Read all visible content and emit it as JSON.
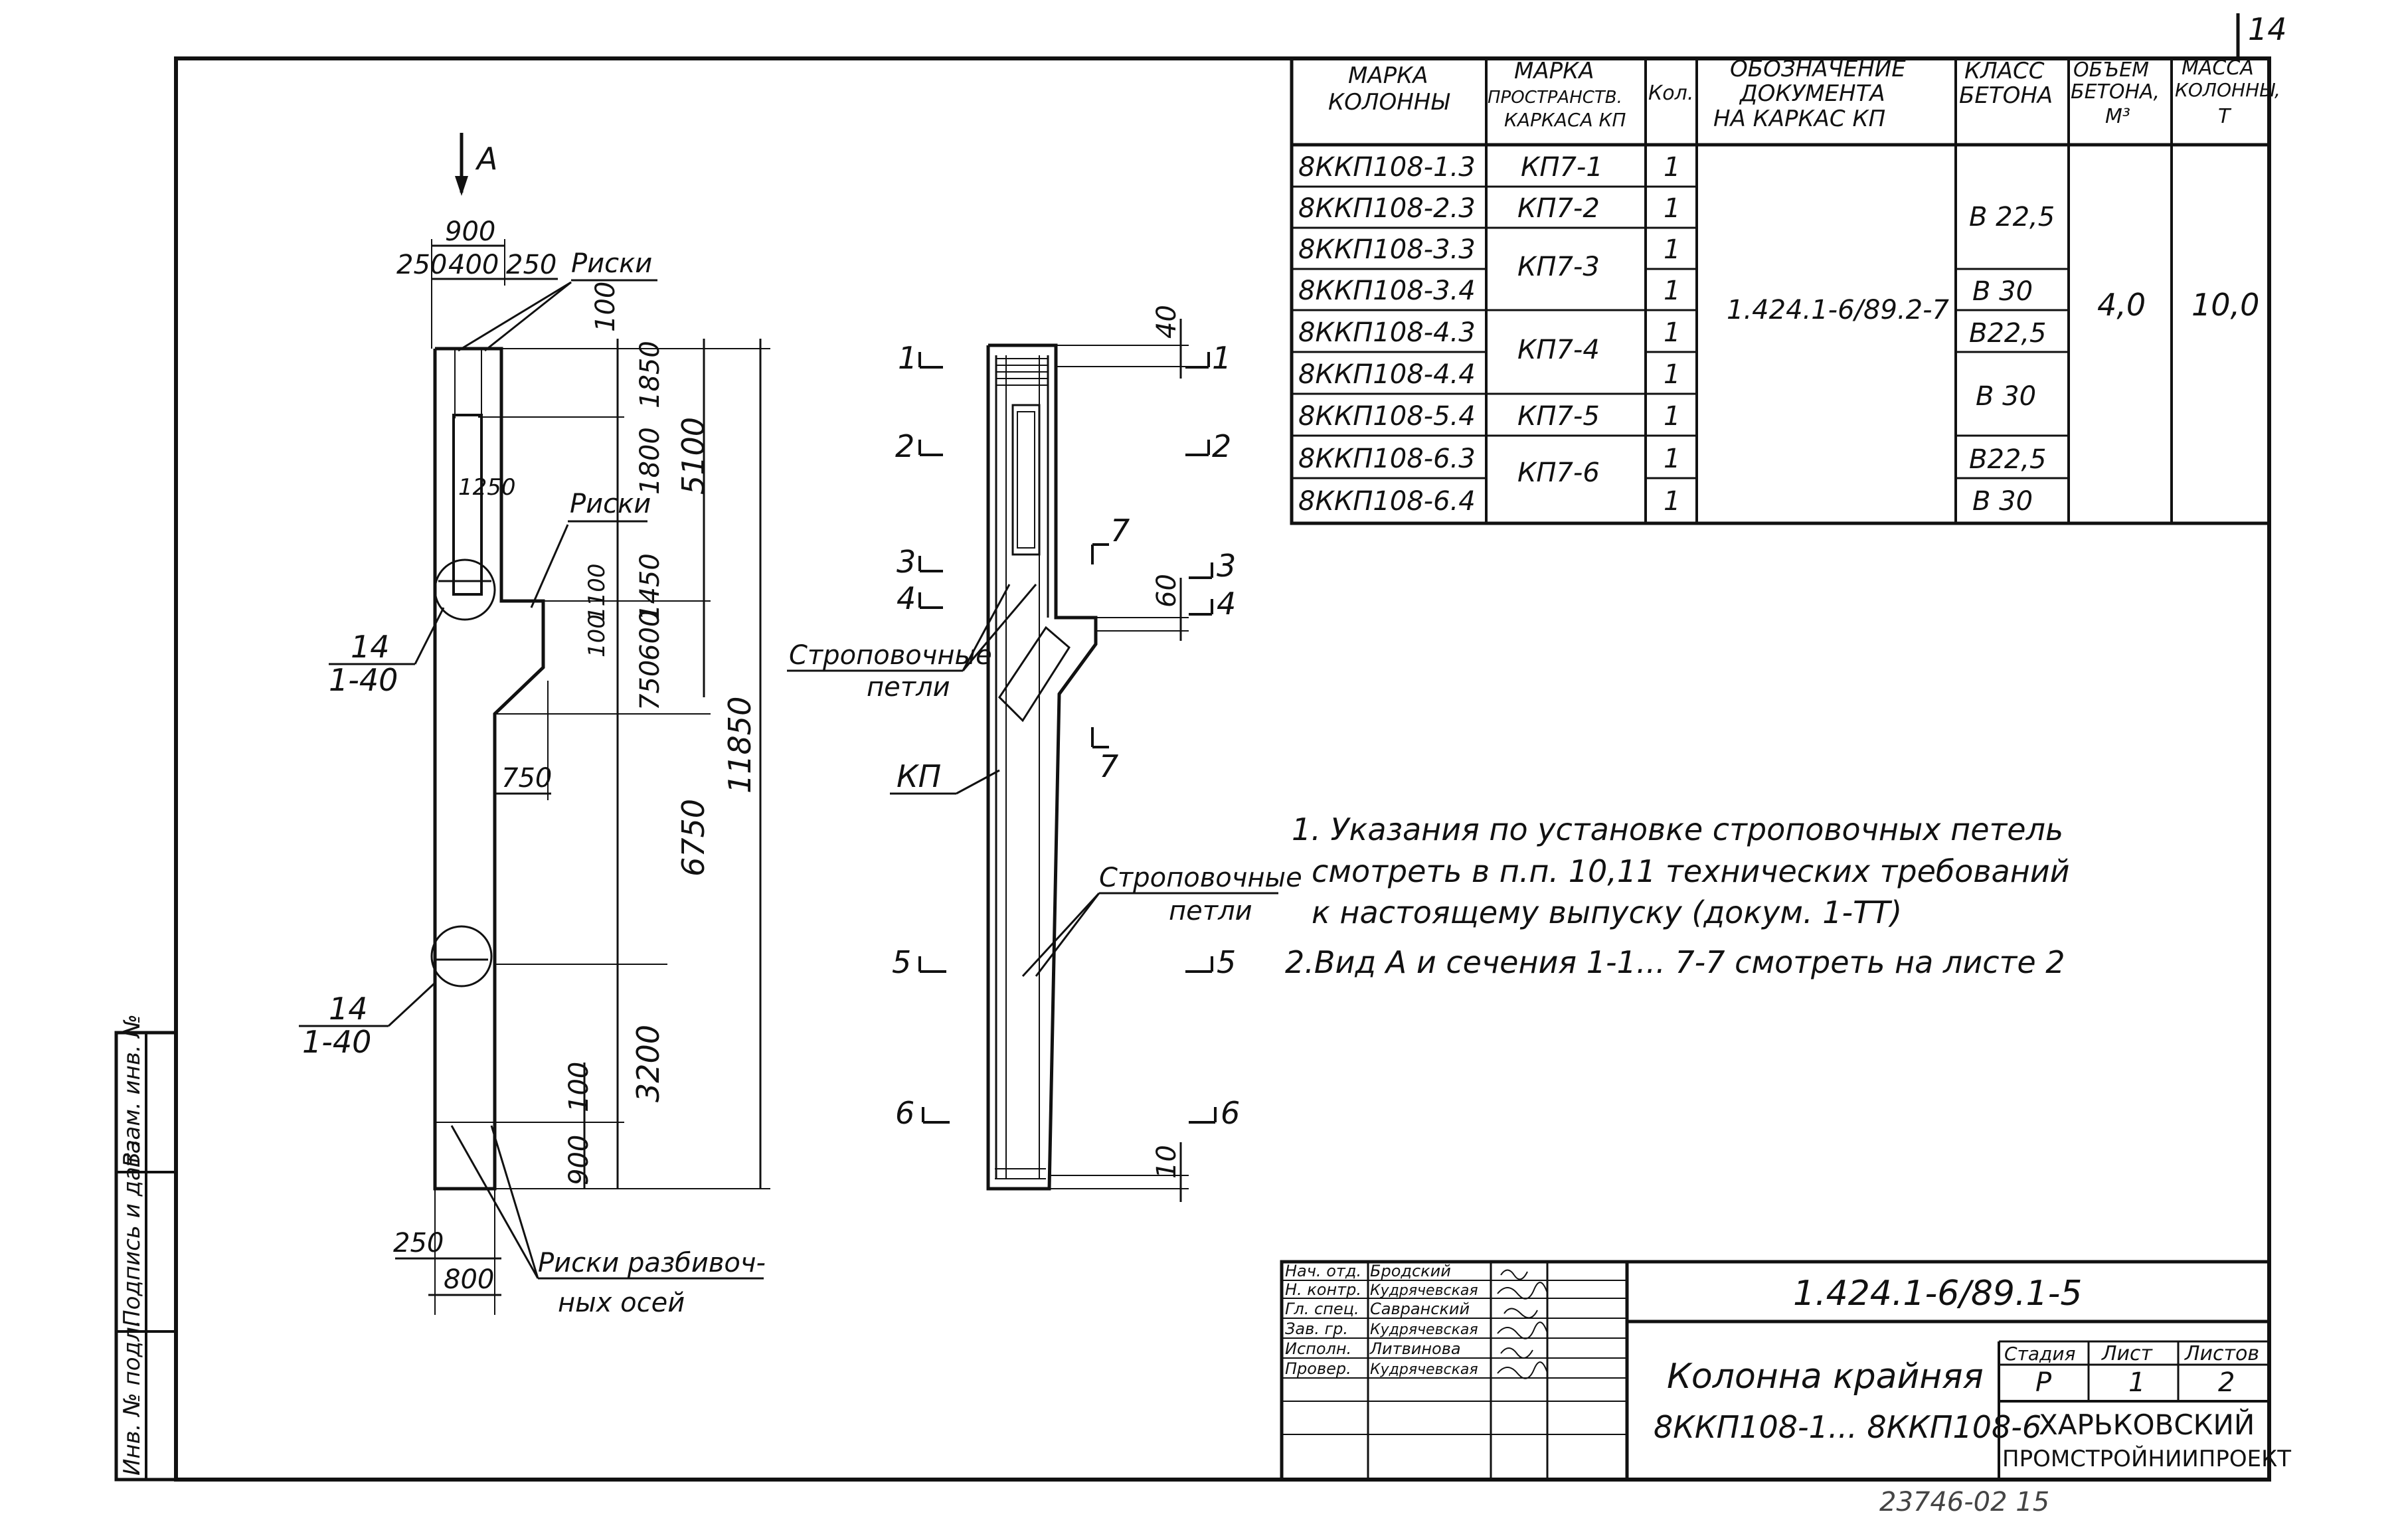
{
  "sheet": {
    "page_number": "14",
    "bottom_archive": "23746-02   15"
  },
  "spec_table": {
    "headers": {
      "mark_col": "МАРКА КОЛОННЫ",
      "mark_cage": "МАРКА ПРОСТРАНСТВ. КАРКАСА КП",
      "qty": "Кол.",
      "doc": "ОБОЗНАЧЕНИЕ ДОКУМЕНТА НА КАРКАС КП",
      "concrete": "КЛАСС БЕТОНА",
      "volume": "ОБЪЕМ БЕТОНА, М³",
      "mass": "МАССА КОЛОННЫ, Т"
    },
    "rows": [
      {
        "mark": "8ККП108-1.3",
        "qty": "1"
      },
      {
        "mark": "8ККП108-2.3",
        "qty": "1"
      },
      {
        "mark": "8ККП108-3.3",
        "qty": "1"
      },
      {
        "mark": "8ККП108-3.4",
        "qty": "1"
      },
      {
        "mark": "8ККП108-4.3",
        "qty": "1"
      },
      {
        "mark": "8ККП108-4.4",
        "qty": "1"
      },
      {
        "mark": "8ККП108-5.4",
        "qty": "1"
      },
      {
        "mark": "8ККП108-6.3",
        "qty": "1"
      },
      {
        "mark": "8ККП108-6.4",
        "qty": "1"
      }
    ],
    "cages": [
      "КП7-1",
      "КП7-2",
      "КП7-3",
      "КП7-4",
      "КП7-5",
      "КП7-6"
    ],
    "doc_value": "1.424.1-6/89.2-7",
    "concrete": [
      "В 22,5",
      "В 30",
      "В22,5",
      "В 30",
      "В22,5",
      "В 30"
    ],
    "volume": "4,0",
    "mass": "10,0"
  },
  "drawing": {
    "view_a": "А",
    "dims": {
      "d900_top": "900",
      "d250a": "250",
      "d400": "400",
      "d250b": "250",
      "d100a": "100",
      "d1850": "1850",
      "d5100": "5100",
      "d1800": "1800",
      "d1250": "1250",
      "d1450": "1450",
      "d1100": "1100",
      "d100b": "100",
      "d600": "600",
      "d750v": "750",
      "d750h": "750",
      "d11850": "11850",
      "d6750": "6750",
      "d3200": "3200",
      "d100c": "100",
      "d900v": "900",
      "d250c": "250",
      "d800": "800",
      "d40": "40",
      "d60": "60",
      "d10": "10"
    },
    "labels": {
      "riski1": "Риски",
      "riski2": "Риски",
      "riski_axes_1": "Риски разбивоч-",
      "riski_axes_2": "ных осей",
      "node1_top": "14",
      "node1_bot": "1-40",
      "node2_top": "14",
      "node2_bot": "1-40",
      "sling_1a": "Строповочные",
      "sling_1b": "петли",
      "sling_2a": "Строповочные",
      "sling_2b": "петли",
      "kp": "КП",
      "sec": [
        "1",
        "2",
        "3",
        "4",
        "5",
        "6",
        "7"
      ]
    }
  },
  "notes": [
    "1. Указания по установке строповочных петель",
    "смотреть в п.п. 10,11 технических требований",
    "к настоящему выпуску (докум. 1-ТТ)",
    "2.Вид А и сечения 1-1... 7-7 смотреть на листе 2"
  ],
  "title_block": {
    "code": "1.424.1-6/89.1-5",
    "title_1": "Колонна крайняя",
    "title_2": "8ККП108-1... 8ККП108-6",
    "stage_h": "Стадия",
    "sheet_h": "Лист",
    "sheets_h": "Листов",
    "stage": "Р",
    "sheet": "1",
    "sheets": "2",
    "org_1": "ХАРЬКОВСКИЙ",
    "org_2": "ПРОМСТРОЙНИИПРОЕКТ",
    "people": [
      {
        "role": "Нач. отд.",
        "name": "Бродский"
      },
      {
        "role": "Н. контр.",
        "name": "Кудрячевская"
      },
      {
        "role": "Гл. спец.",
        "name": "Савранский"
      },
      {
        "role": "Зав. гр.",
        "name": "Кудрячевская"
      },
      {
        "role": "Исполн.",
        "name": "Литвинова"
      },
      {
        "role": "Провер.",
        "name": "Кудрячевская"
      }
    ]
  },
  "side_stamp": [
    "Инв. № подл.",
    "Подпись и дата",
    "Взам. инв. №"
  ]
}
